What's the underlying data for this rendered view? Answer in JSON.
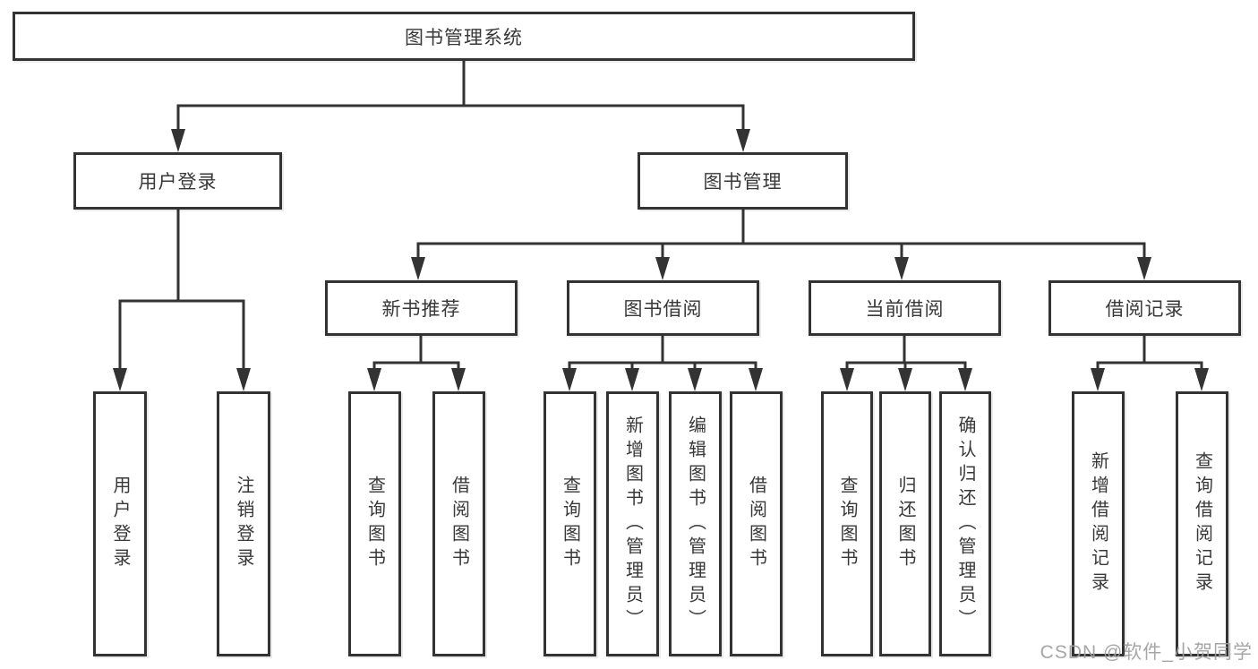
{
  "colors": {
    "background": "#ffffff",
    "line": "#333333",
    "box_border": "#333333",
    "text": "#383838",
    "watermark": "#9e9e9e"
  },
  "tree": {
    "root": "图书管理系统",
    "user_login": {
      "label": "用户登录",
      "login": "用户登录",
      "logout": "注销登录"
    },
    "book_management": {
      "label": "图书管理"
    },
    "new_book": {
      "label": "新书推荐",
      "query_book": "查询图书",
      "borrow_book": "借阅图书"
    },
    "book_borrow": {
      "label": "图书借阅",
      "query_book": "查询图书",
      "add_book": "新增图书（管理员）",
      "edit_book": "编辑图书（管理员）",
      "borrow_book": "借阅图书"
    },
    "current_borrow": {
      "label": "当前借阅",
      "query_book": "查询图书",
      "return_book": "归还图书",
      "confirm_return": "确认归还（管理员）"
    },
    "borrow_record": {
      "label": "借阅记录",
      "add_record": "新增借阅记录",
      "query_record": "查询借阅记录"
    }
  },
  "watermark": "CSDN @软件_小贺同学"
}
